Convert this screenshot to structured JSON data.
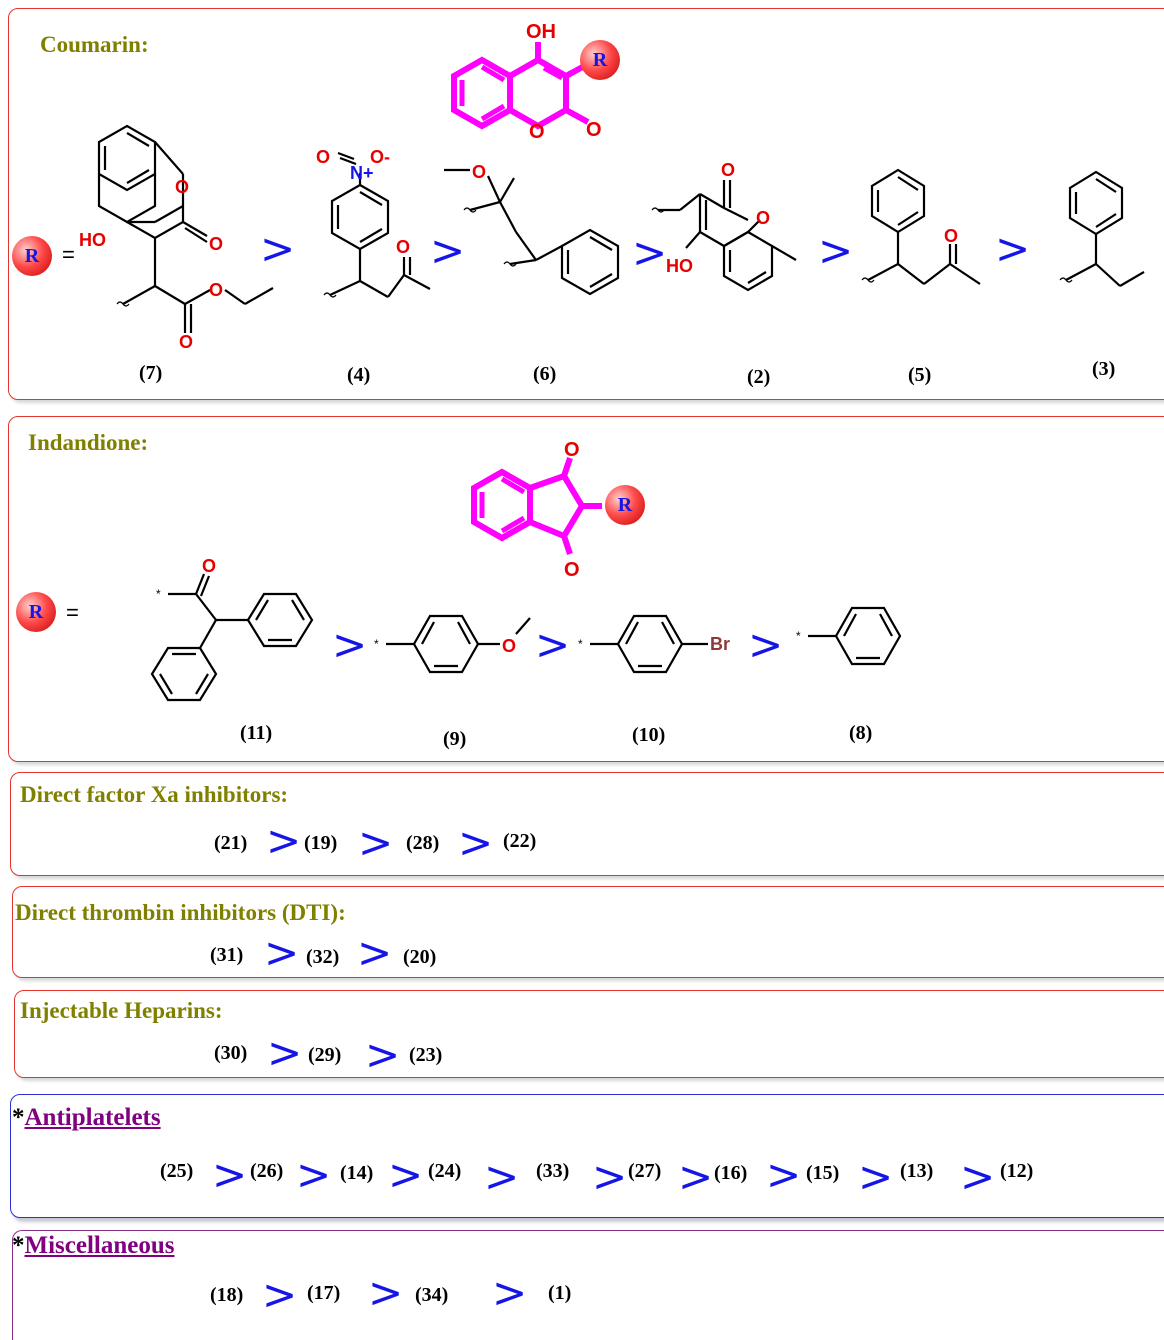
{
  "panels": {
    "coumarin": {
      "title": "Coumarin:",
      "ranking": [
        "(7)",
        "(4)",
        "(6)",
        "(2)",
        "(5)",
        "(3)"
      ]
    },
    "indandione": {
      "title": "Indandione:",
      "ranking": [
        "(11)",
        "(9)",
        "(10)",
        "(8)"
      ]
    },
    "factor_xa": {
      "title": "Direct factor Xa inhibitors:",
      "ranking": [
        "(21)",
        "(19)",
        "(28)",
        "(22)"
      ]
    },
    "thrombin": {
      "title": "Direct thrombin inhibitors (DTI):",
      "ranking": [
        "(31)",
        "(32)",
        "(20)"
      ]
    },
    "heparins": {
      "title": "Injectable Heparins:",
      "ranking": [
        "(30)",
        "(29)",
        "(23)"
      ]
    },
    "antiplatelets": {
      "title_star": "*",
      "title": "Antiplatelets",
      "ranking": [
        "(25)",
        "(26)",
        "(14)",
        "(24)",
        "(33)",
        "(27)",
        "(16)",
        "(15)",
        "(13)",
        "(12)"
      ]
    },
    "misc": {
      "title_star": "*",
      "title": "Miscellaneous",
      "ranking": [
        "(18)",
        "(17)",
        "(34)",
        "(1)"
      ]
    }
  },
  "symbols": {
    "greater_than": ">",
    "r_group": "R",
    "equals": "=",
    "attach": "*"
  },
  "atoms": {
    "O": "O",
    "OH": "OH",
    "HO": "HO",
    "N_plus": "N+",
    "O_minus": "O-",
    "Br": "Br"
  },
  "colors": {
    "title": "#808000",
    "purple_title": "#800080",
    "gt": "#1515e8",
    "scaffold": "#ff00ff",
    "oxygen": "#e60000",
    "nitrogen": "#1515e8",
    "bromine": "#8b3a3a",
    "red_border": "#e3342f",
    "blue_border": "#2d2fd6",
    "purple_border": "#8a2c8a"
  }
}
